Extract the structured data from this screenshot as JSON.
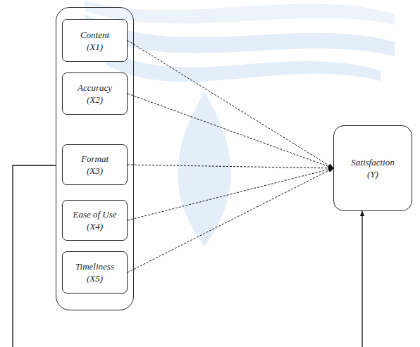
{
  "diagram": {
    "nodes": [
      {
        "text": []
      },
      {
        "text": [
          "Content",
          "(X1)"
        ],
        "in": 0
      },
      {
        "text": [
          "Accuracy",
          "(X2)"
        ],
        "in": 0
      },
      {
        "text": [
          "Format",
          "(X3)"
        ],
        "in": 0
      },
      {
        "text": [
          "Ease of Use",
          "(X4)"
        ],
        "in": 0
      },
      {
        "text": [
          "Timeliness",
          "(X5)"
        ],
        "in": 0
      },
      {
        "text": [
          "Satisfaction",
          "(Y)"
        ]
      }
    ],
    "edges": [
      {
        "from": 1,
        "to": 6,
        "arrow": "to"
      },
      {
        "from": 2,
        "to": 6,
        "arrow": "to"
      },
      {
        "from": 3,
        "to": 6,
        "arrow": "to"
      },
      {
        "from": 4,
        "to": 6,
        "arrow": "to"
      },
      {
        "from": 5,
        "to": 6,
        "arrow": "to"
      },
      {
        "from": 0,
        "to": 6,
        "arrow": "to"
      }
    ]
  }
}
